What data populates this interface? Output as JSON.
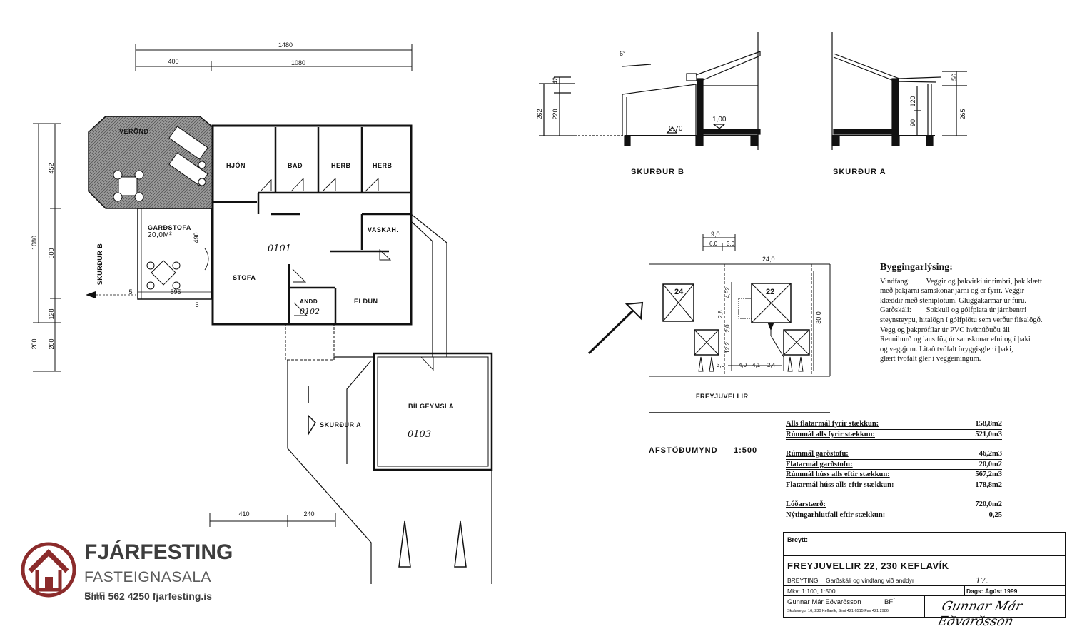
{
  "floorplan": {
    "dims_top": {
      "total": "1480",
      "left": "400",
      "right": "1080"
    },
    "dims_left": {
      "total": "1080",
      "d1": "452",
      "d2": "500",
      "d3": "128",
      "d4": "200",
      "d5": "200"
    },
    "dims_bottom": {
      "a": "410",
      "b": "240"
    },
    "dims_inner": {
      "v490": "490",
      "h595": "595",
      "s5a": "5",
      "s5b": "5"
    },
    "rooms": {
      "verond": "VERÖND",
      "hjon": "HJÓN",
      "bad": "BAÐ",
      "herb1": "HERB",
      "herb2": "HERB",
      "vaskah": "VASKAH.",
      "gardstofa": "GARÐSTOFA",
      "gardstofa_area": "20,0M²",
      "stofa": "STOFA",
      "andd": "ANDD",
      "eldun": "ELDUN",
      "bilgeymsla": "BÍLGEYMSLA"
    },
    "codes": {
      "c0101": "0101",
      "c0102": "0102",
      "c0103": "0103"
    },
    "section_b_label": "SKURÐUR  B",
    "section_a_label": "SKURÐUR  A"
  },
  "sections": {
    "b": {
      "title": "SKURÐUR  B",
      "angle": "6°",
      "dims": {
        "d42": "42",
        "d262": "262",
        "d220": "220"
      },
      "levels": {
        "l070": "0,70",
        "l100": "1,00"
      }
    },
    "a": {
      "title": "SKURÐUR  A",
      "dims": {
        "d56": "56",
        "d120": "120",
        "d90": "90",
        "d265": "265"
      }
    }
  },
  "site": {
    "title": "AFSTÖÐUMYND",
    "scale": "1:500",
    "street": "FREYJUVELLIR",
    "lots": {
      "left": "24",
      "right": "22"
    },
    "dims": {
      "top90": "9,0",
      "top60": "6,0",
      "top30": "3,0",
      "width": "24,0",
      "depth": "30,0",
      "v452": "4,52",
      "v28": "2,8",
      "v20": "2,0",
      "v122": "12,2",
      "b30": "3,0",
      "b40": "4,0",
      "b41": "4,1",
      "b24": "2,4"
    }
  },
  "description": {
    "heading": "Byggingarlýsing:",
    "lines": [
      {
        "key": "Vindfang:",
        "text": "Veggir og þakvirki úr timbri, þak klætt"
      },
      {
        "key": "",
        "text": "með þakjárni samskonar járni og er fyrir. Veggir"
      },
      {
        "key": "",
        "text": "klæddir með steniplötum. Gluggakarmar úr furu."
      },
      {
        "key": "Garðskáli:",
        "text": "Sokkull og gólfplata úr járnbentri"
      },
      {
        "key": "",
        "text": "steynsteypu, hitalögn í gólfplötu sem verður flísalögð."
      },
      {
        "key": "",
        "text": "Vegg og þakprófílar úr PVC hvíthúðuðu áli"
      },
      {
        "key": "",
        "text": "Rennihurð og laus fög úr samskonar efni og í þaki"
      },
      {
        "key": "",
        "text": "og veggjum. Litað tvöfalt öryggisgler í þaki,"
      },
      {
        "key": "",
        "text": "glært tvöfalt gler í veggeiningum."
      }
    ]
  },
  "areas": {
    "group1": [
      {
        "label": "Alls flatarmál fyrir stækkun:",
        "value": "158,8m2"
      },
      {
        "label": "Rúmmál alls fyrir stækkun:",
        "value": "521,0m3"
      }
    ],
    "group2": [
      {
        "label": "Rúmmál garðstofu:",
        "value": "46,2m3"
      },
      {
        "label": "Flatarmál garðstofu:",
        "value": "20,0m2"
      },
      {
        "label": "Rúmmál húss alls eftir stækkun:",
        "value": "567,2m3"
      },
      {
        "label": "Flatarmál húss alls eftir stækkun:",
        "value": "178,8m2"
      }
    ],
    "group3": [
      {
        "label": "Lóðarstærð:",
        "value": "720,0m2"
      },
      {
        "label": "Nýtingarhlutfall eftir stækkun:",
        "value": "0,25"
      }
    ]
  },
  "titleblock": {
    "breytt": "Breytt:",
    "project": "FREYJUVELLIR 22,  230 KEFLAVÍK",
    "breyting_key": "BREYTING",
    "breyting_text": "Garðskáli og vindfang við anddyr",
    "sheet_no": "17.",
    "mkv": "Mkv: 1:100,  1:500",
    "dags": "Dags: Ágúst 1999",
    "designer": "Gunnar Már Eðvarðsson",
    "designer_title": "BFÍ",
    "address": "Skolavegur 16, 230 Keflavík, Simi 421 6515 Fax 421 2986",
    "signature": "Gunnar Már Eðvarðsson"
  },
  "logo": {
    "brand": "FJÁRFESTING",
    "sub": "FASTEIGNASALA",
    "sub_small": "EHF",
    "contact": "Sími 562 4250  fjarfesting.is",
    "color": "#8b2b2b"
  }
}
